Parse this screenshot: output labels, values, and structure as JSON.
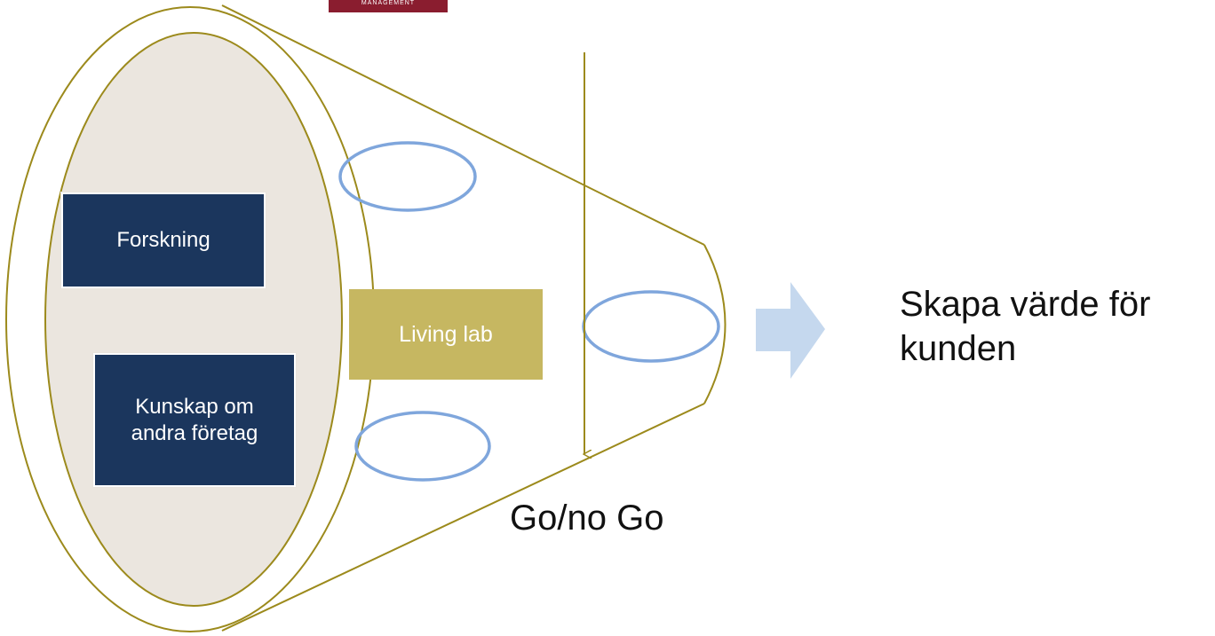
{
  "logo": {
    "fragment_text": "MANAGEMENT"
  },
  "boxes": {
    "forskning": "Forskning",
    "kunskap_line1": "Kunskap om",
    "kunskap_line2": "andra företag",
    "living_lab": "Living lab"
  },
  "decision": {
    "label": "Go/no Go"
  },
  "result": {
    "line1": "Skapa värde för",
    "line2": "kunden"
  },
  "colors": {
    "funnel_stroke": "#9c8a1c",
    "inner_fill": "#ebe6df",
    "navy_box": "#1b365d",
    "gold_box": "#c6b761",
    "idea_ellipse": "#7fa6dc",
    "result_arrow": "#c5d8ee",
    "logo": "#8a1d2f"
  }
}
